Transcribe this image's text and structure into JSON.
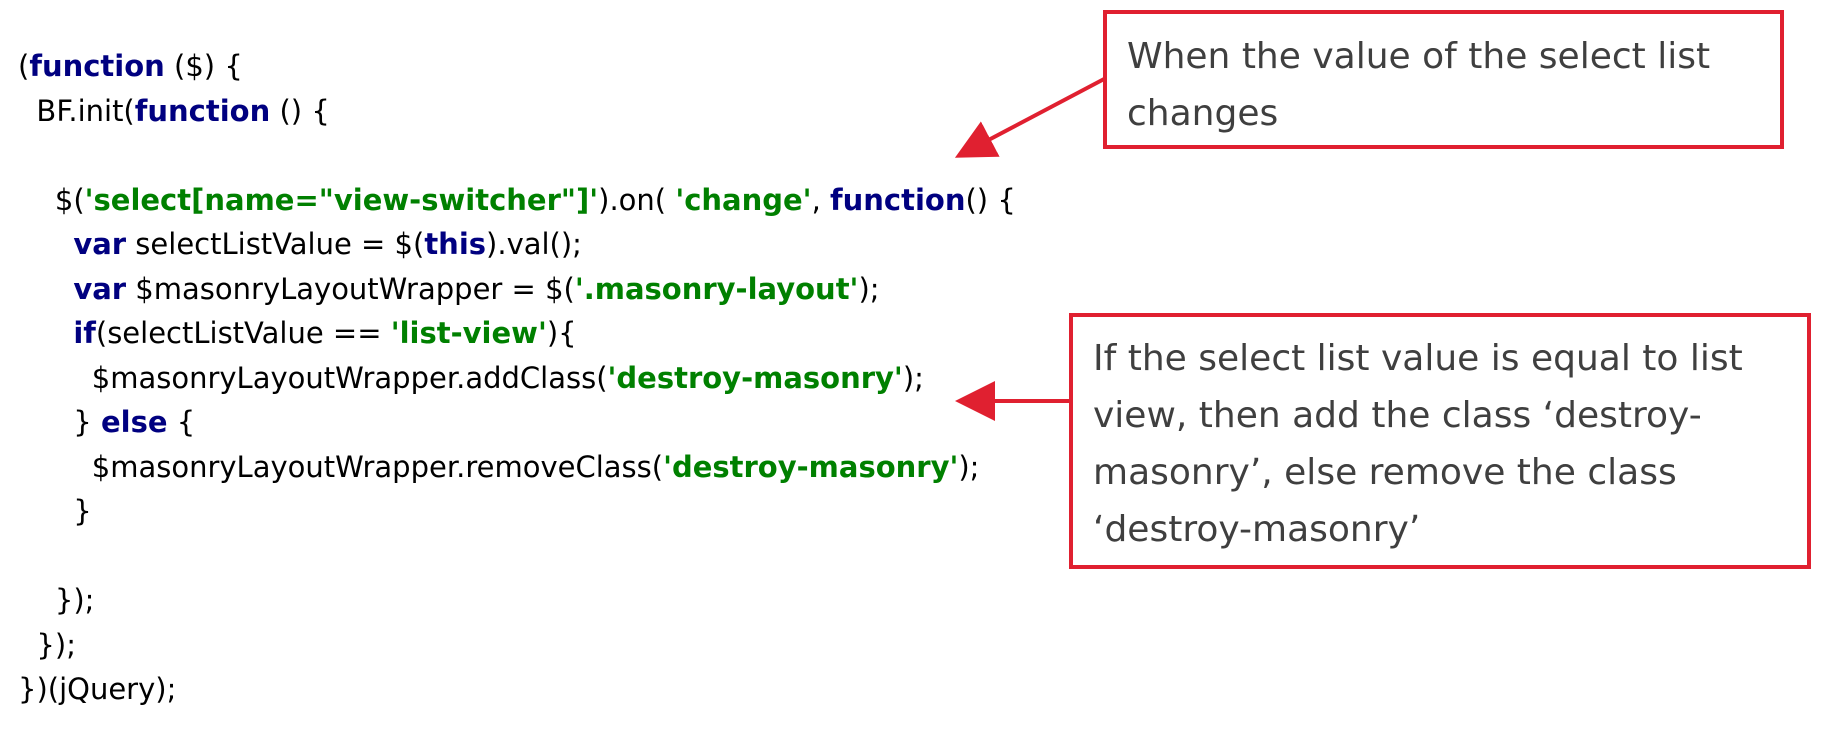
{
  "code": {
    "lines": [
      [
        {
          "t": "(",
          "c": "p"
        },
        {
          "t": "function",
          "c": "kw"
        },
        {
          "t": " ($) {",
          "c": "p"
        }
      ],
      [
        {
          "t": "  BF.init(",
          "c": "p"
        },
        {
          "t": "function",
          "c": "kw"
        },
        {
          "t": " () {",
          "c": "p"
        }
      ],
      [],
      [
        {
          "t": "    $(",
          "c": "p"
        },
        {
          "t": "'select[name=\"view-switcher\"]'",
          "c": "str"
        },
        {
          "t": ").on( ",
          "c": "p"
        },
        {
          "t": "'change'",
          "c": "str"
        },
        {
          "t": ", ",
          "c": "p"
        },
        {
          "t": "function",
          "c": "kw"
        },
        {
          "t": "() {",
          "c": "p"
        }
      ],
      [
        {
          "t": "      ",
          "c": "p"
        },
        {
          "t": "var",
          "c": "kw"
        },
        {
          "t": " selectListValue = $(",
          "c": "p"
        },
        {
          "t": "this",
          "c": "kw"
        },
        {
          "t": ").val();",
          "c": "p"
        }
      ],
      [
        {
          "t": "      ",
          "c": "p"
        },
        {
          "t": "var",
          "c": "kw"
        },
        {
          "t": " $masonryLayoutWrapper = $(",
          "c": "p"
        },
        {
          "t": "'.masonry-layout'",
          "c": "str"
        },
        {
          "t": ");",
          "c": "p"
        }
      ],
      [
        {
          "t": "      ",
          "c": "p"
        },
        {
          "t": "if",
          "c": "kw"
        },
        {
          "t": "(selectListValue == ",
          "c": "p"
        },
        {
          "t": "'list-view'",
          "c": "str"
        },
        {
          "t": "){",
          "c": "p"
        }
      ],
      [
        {
          "t": "        $masonryLayoutWrapper.addClass(",
          "c": "p"
        },
        {
          "t": "'destroy-masonry'",
          "c": "str"
        },
        {
          "t": ");",
          "c": "p"
        }
      ],
      [
        {
          "t": "      } ",
          "c": "p"
        },
        {
          "t": "else",
          "c": "kw"
        },
        {
          "t": " {",
          "c": "p"
        }
      ],
      [
        {
          "t": "        $masonryLayoutWrapper.removeClass(",
          "c": "p"
        },
        {
          "t": "'destroy-masonry'",
          "c": "str"
        },
        {
          "t": ");",
          "c": "p"
        }
      ],
      [
        {
          "t": "      }",
          "c": "p"
        }
      ],
      [],
      [
        {
          "t": "    });",
          "c": "p"
        }
      ],
      [
        {
          "t": "  });",
          "c": "p"
        }
      ],
      [
        {
          "t": "})(jQuery);",
          "c": "p"
        }
      ]
    ]
  },
  "callouts": {
    "change_note": "When the value of the select list changes",
    "if_note": "If the select list value is equal to list view, then add the class ‘destroy-masonry’, else remove the class ‘destroy-masonry’"
  },
  "colors": {
    "keyword": "#000080",
    "string": "#008000",
    "plain": "#000000",
    "callout_border": "#e02030",
    "callout_text": "#3f3f3f"
  }
}
